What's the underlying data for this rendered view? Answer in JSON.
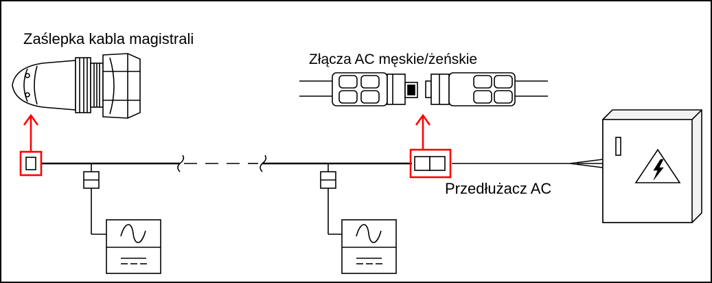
{
  "labels": {
    "bus_cable_end_cap": "Zaślepka kabla magistrali",
    "ac_connectors": "Złącza AC męskie/żeńskie",
    "ac_extension": "Przedłużacz AC"
  },
  "colors": {
    "line": "#000000",
    "highlight": "#ff0000",
    "cabinet_fill": "#f2f2f2",
    "background": "#ffffff"
  },
  "icons": {
    "inverter": "inverter-ac-dc-icon",
    "high_voltage": "high-voltage-warning-icon"
  }
}
